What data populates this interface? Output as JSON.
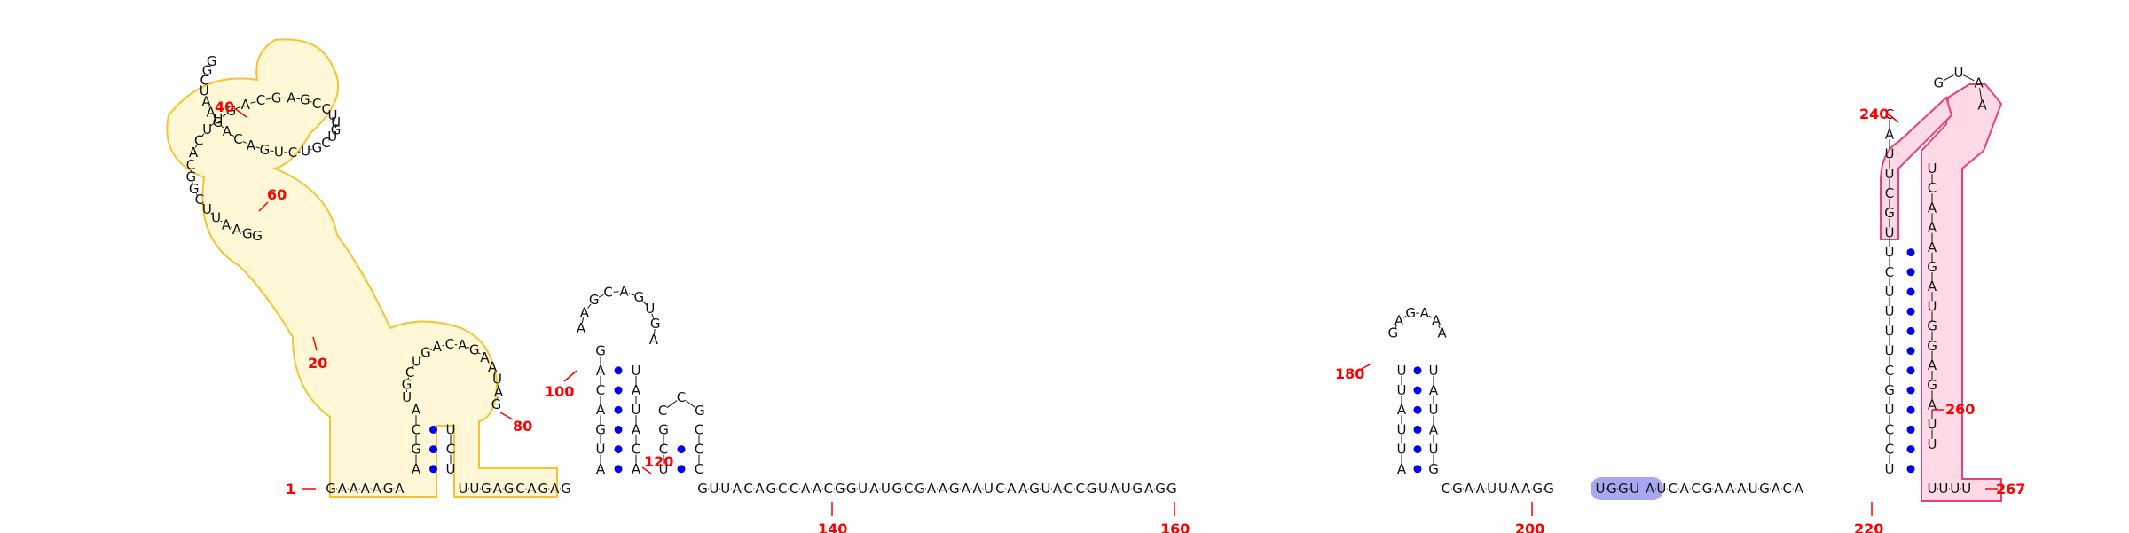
{
  "diagram": {
    "colors": {
      "nucleotide": "#111111",
      "base_pair_dot": "#0000ee",
      "position_label": "#ff0000",
      "yellow_outline": "#f4c430",
      "yellow_fill": "#fff7d6",
      "pink_outline": "#e8407a",
      "pink_fill": "#ffd9e6",
      "blue_highlight": "#9999ee"
    },
    "position_labels": [
      "1",
      "20",
      "40",
      "60",
      "80",
      "100",
      "120",
      "140",
      "160",
      "180",
      "200",
      "220",
      "240",
      "260",
      "267"
    ],
    "baseline_1": "GAAAAGA",
    "stem_yellow_left": "AGCA",
    "loop_yellow_top": "UGCUGACAGAAUAG",
    "stem_yellow_right": "UCU",
    "baseline_2": "UUGAGCAGAG",
    "hp100_left": "AUGACAG",
    "hp100_loop": "AAGCAGUGA",
    "hp100_right": "UAUACA",
    "hp120_left": "UCG",
    "hp120_loop": "CCG",
    "hp120_right": "CCC",
    "baseline_3": "GUUACAGCCAACGGUAUGCGAAGAAUCAAGUACCGUAUGAGG",
    "hp180_left": "AUUAUU",
    "hp180_loop": "GAGAAA",
    "hp180_right": "UAUAUG",
    "baseline_4": "CGAAUUAAGG",
    "highlight_blue": "UGGU",
    "baseline_5": "AUCACGAAAUGACA",
    "hp240_left": "UCCUGCUUUUCUUGCUUAC",
    "hp240_loop": "GUAA",
    "hp240_right": "UCAAAGAUGGAGAUU",
    "tail_pink": "UUUU"
  }
}
